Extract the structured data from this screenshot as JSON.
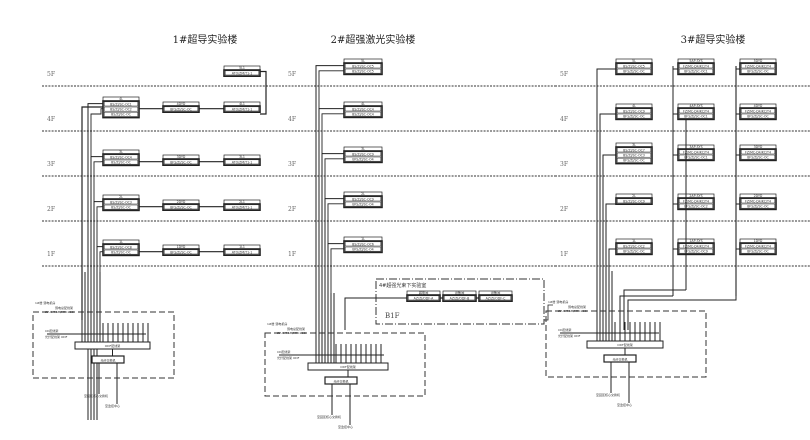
{
  "buildings": [
    {
      "id": "b1",
      "title": "1#超导实验楼"
    },
    {
      "id": "b2",
      "title": "2#超强激光实验楼"
    },
    {
      "id": "b3",
      "title": "3#超导实验楼"
    }
  ],
  "floors": [
    "5F",
    "4F",
    "3F",
    "2F",
    "1F"
  ],
  "basement": {
    "title": "4#超强光束下实验室",
    "floor": "B1F",
    "boxes": [
      {
        "head": "弱电间",
        "code": "AZ/ZJ/ODF-A"
      },
      {
        "head": "设备间",
        "code": "AZ/ZJ/ODF-B"
      },
      {
        "head": "设备间",
        "code": "AZ/ZJ/ODF-C"
      }
    ]
  },
  "b1_boxes": {
    "5F": [
      {
        "head": "5L1",
        "codes": [
          "ATO/ZM/T1-1"
        ]
      }
    ],
    "4F": [
      {
        "head": "4L",
        "codes": [
          "BS/ZJ/SC-OC1",
          "BS/ZJ/SC-OC2",
          "BS/ZJ/SC-OC"
        ]
      },
      {
        "head": "4DYD",
        "codes": [
          "BFS/ZJ/SC-OC"
        ]
      },
      {
        "head": "4L1",
        "codes": [
          "ATO/ZM/T1-1"
        ]
      }
    ],
    "3F": [
      {
        "head": "3L",
        "codes": [
          "BS/ZJ/SC-OC4",
          "BS/ZJ/SC-OC"
        ]
      },
      {
        "head": "3DYD",
        "codes": [
          "BFS/ZJ/SC-OC"
        ]
      },
      {
        "head": "3L1",
        "codes": [
          "ATO/ZM/T1-1"
        ]
      }
    ],
    "2F": [
      {
        "head": "2L",
        "codes": [
          "BS/ZJ/SC-OC3",
          "BS/ZJ/SC-OC"
        ]
      },
      {
        "head": "2DYD",
        "codes": [
          "BFS/ZJ/SC-OC"
        ]
      },
      {
        "head": "2L1",
        "codes": [
          "ATO/ZM/T1-1"
        ]
      }
    ],
    "1F": [
      {
        "head": "1L",
        "codes": [
          "BS/ZJ/SC-OC8",
          "BS/ZJ/SC-OC"
        ]
      },
      {
        "head": "1DYD",
        "codes": [
          "BFS/ZJ/SC-OC"
        ]
      },
      {
        "head": "1L1",
        "codes": [
          "ATO/ZM/T1-1"
        ]
      }
    ]
  },
  "b2_boxes": {
    "5F": {
      "head": "5L",
      "codes": [
        "BS/ZJ/SC-OC5",
        "BS/ZJ/SC-OC5"
      ]
    },
    "4F": {
      "head": "4L",
      "codes": [
        "BS/ZJ/SC-OC4",
        "BS/ZJ/SC-OC4"
      ]
    },
    "3F": {
      "head": "3L",
      "codes": [
        "BS/ZJ/SC-OC9",
        "BFS/ZJ/SC-O4"
      ]
    },
    "2F": {
      "head": "2L",
      "codes": [
        "BS/ZJ/SC-OC9",
        "BFS/ZJ/SC-O4"
      ]
    },
    "1F": {
      "head": "1L",
      "codes": [
        "BS/ZJ/SC-OC6",
        "BFS/ZJ/SC-O4"
      ]
    }
  },
  "b3_boxes": {
    "5F": [
      {
        "head": "5L",
        "codes": [
          "BS/ZJ/SC-OC5",
          "BFS/ZJ/SC-OC"
        ]
      },
      {
        "head": "5AP-SYS",
        "codes": [
          "FZ/MC-D4/KC/T4",
          "BFS/ZJ/SC-OC1"
        ]
      },
      {
        "head": "5DYD",
        "codes": [
          "FZ/MC-D4/KC/T4",
          "BFS/ZJ/SC-OC"
        ]
      }
    ],
    "4F": [
      {
        "head": "4L",
        "codes": [
          "BS/ZJ/SC-OC9",
          "BFS/ZJ/SC-OC"
        ]
      },
      {
        "head": "4AP-SYS",
        "codes": [
          "FZ/MC-D4/KC/T4",
          "BFS/ZJ/SC-OC1"
        ]
      },
      {
        "head": "4DYD",
        "codes": [
          "FZ/MC-D4/KC/T4",
          "BFS/ZJ/SC-OC"
        ]
      }
    ],
    "3F": [
      {
        "head": "3L",
        "codes": [
          "BS/ZJ/SC-OC7",
          "BS/ZJ/SC-OC3",
          "BFS/ZJ/SC-OC"
        ]
      },
      {
        "head": "3AP-SYS",
        "codes": [
          "FZ/MC-D4/KC/T4",
          "BFS/ZJ/SC-OC1"
        ]
      },
      {
        "head": "3DYD",
        "codes": [
          "FZ/MC-D4/KC/T4",
          "BFS/ZJ/SC-OC"
        ]
      }
    ],
    "2F": [
      {
        "head": "2L",
        "codes": [
          "BS/ZJ/SC-OC9"
        ]
      },
      {
        "head": "2AP-SYS",
        "codes": [
          "FZ/MC-D4/KC/T4",
          "BFS/ZJ/SC-OC2"
        ]
      },
      {
        "head": "2DYD",
        "codes": [
          "FZ/MC-D4/KC/T4",
          "BFS/ZJ/SC-OC"
        ]
      }
    ],
    "1F": [
      {
        "head": "1L",
        "codes": [
          "BS/ZJ/SC-OC2",
          "BFS/ZJ/SC-OC"
        ]
      },
      {
        "head": "1AP-SYS",
        "codes": [
          "FZ/MC-D4/KC/T4",
          "BFS/ZJ/SC-OC9"
        ]
      },
      {
        "head": "1DYD",
        "codes": [
          "FZ/MC-D4/KC/T4",
          "BFS/ZJ/SC-OC"
        ]
      }
    ]
  },
  "panel": {
    "room": "1#楼 弱电机房",
    "label1": "弱电总配线架",
    "label2": "ZZ-D-T-SM/MM-96C",
    "label3": "CD配线架",
    "label4": "光纤配线架 ODF",
    "odf": "ODF配线架",
    "switch": "光纤交换机",
    "cable1": "至园区核心交换机",
    "cable2": "至监控中心"
  }
}
